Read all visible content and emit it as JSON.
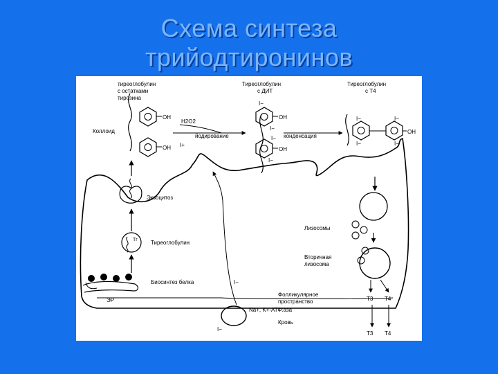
{
  "slide": {
    "title_line1": "Схема синтеза",
    "title_line2": "трийодтиронинов"
  },
  "diagram": {
    "tg_tyrosine_1": "тиреоглобулин",
    "tg_tyrosine_2": "с остатками",
    "tg_tyrosine_3": "тирозина",
    "tg_dit_1": "Тиреоглобулин",
    "tg_dit_2": "с ДИТ",
    "tg_t4_1": "Тиреоглобулин",
    "tg_t4_2": "с Т4",
    "colloid": "Коллоид",
    "h2o2": "H2O2",
    "iodination": "йодирование",
    "condensation": "конденсация",
    "exocytosis": "Экзоцитоз",
    "thyroglobulin": "Тиреоглобулин",
    "tg_abbr": "Тг",
    "protein_biosynthesis": "Биосинтез белка",
    "er": "ЭР",
    "lysosomes": "Лизосомы",
    "secondary_lysosome_1": "Вторичная",
    "secondary_lysosome_2": "лизосома",
    "follicular_space_1": "Фолликулярное",
    "follicular_space_2": "пространство",
    "atpase": "Na+, K+-АТФ:аза",
    "blood": "Кровь",
    "t3": "Т3",
    "t4": "Т4",
    "oh": "OH",
    "iodide_minus": "I−",
    "iodine_plus": "I+"
  }
}
